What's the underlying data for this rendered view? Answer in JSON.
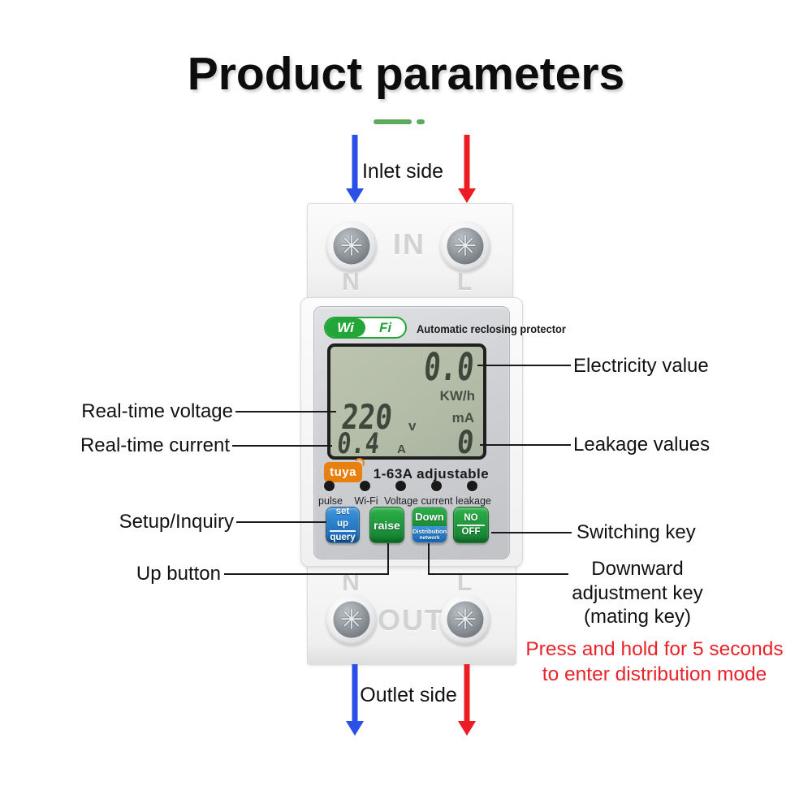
{
  "title": "Product parameters",
  "inlet_label": "Inlet side",
  "outlet_label": "Outlet side",
  "icons": {
    "screw": "✳"
  },
  "colors": {
    "arrow_blue": "#2b50e8",
    "arrow_red": "#ec1c24",
    "note_red": "#e8232a",
    "wifi_green": "#23a638",
    "tuya_orange": "#e8800f",
    "button_blue": "#1e78c8",
    "button_green": "#1b9c38",
    "dash_green": "#5fa95f",
    "lcd_background": "#b5bea9"
  },
  "device": {
    "top_terminal": {
      "center": "IN",
      "n": "N",
      "l": "L"
    },
    "wifi_logo": {
      "left": "Wi",
      "right": "Fi"
    },
    "product_name": "Automatic reclosing protector",
    "lcd": {
      "energy_value": "0.0",
      "energy_unit": "KW/h",
      "voltage_value": "220",
      "voltage_unit": "v",
      "leakage_unit": "mA",
      "current_value": "0.4",
      "current_unit": "A",
      "leakage_value": "0"
    },
    "tuya_logo": "tuya",
    "rating": "1-63A adjustable",
    "leds": [
      "pulse",
      "Wi-Fi",
      "Voltage",
      "current",
      "leakage"
    ],
    "buttons": {
      "setup_line1": "set up",
      "setup_line2": "query",
      "raise": "raise",
      "down_line1": "Down",
      "down_line2": "Distribution",
      "down_line3": "network",
      "power_line1": "NO",
      "power_line2": "OFF"
    },
    "bottom_terminal": {
      "center": "OUT",
      "n": "N",
      "l": "L"
    }
  },
  "callouts": {
    "electricity_value": "Electricity value",
    "realtime_voltage": "Real-time voltage",
    "realtime_current": "Real-time current",
    "leakage_values": "Leakage values",
    "setup_inquiry": "Setup/Inquiry",
    "switching_key": "Switching key",
    "up_button": "Up button",
    "downward_line1": "Downward",
    "downward_line2": "adjustment key",
    "downward_line3": "(mating key)",
    "note_line1": "Press and hold for 5 seconds",
    "note_line2": "to enter distribution mode"
  }
}
